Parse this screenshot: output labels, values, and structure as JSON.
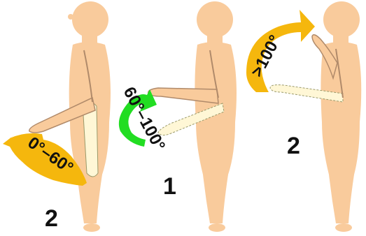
{
  "figures": [
    {
      "id": "left",
      "angle_label": "0°–60°",
      "grade_number": "2",
      "arc_color": "#f5b70d"
    },
    {
      "id": "middle",
      "angle_label": "60°–100°",
      "grade_number": "1",
      "arc_color": "#22dd22"
    },
    {
      "id": "right",
      "angle_label": ">100°",
      "grade_number": "2",
      "arc_color": "#f5b70d"
    }
  ],
  "colors": {
    "skin": "#f9cb9c",
    "arm_outline": "#b08a6a",
    "hatched_arm": "#fff7d6",
    "hatched_outline": "#9a9a6a"
  }
}
